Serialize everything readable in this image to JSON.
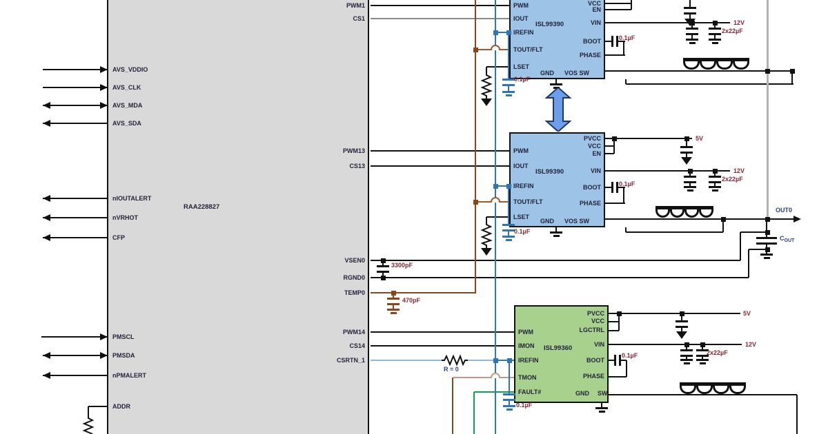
{
  "controller": {
    "part": "RAA228827",
    "left_pins": [
      "AVS_VDDIO",
      "AVS_CLK",
      "AVS_MDA",
      "AVS_SDA",
      "nIOUTALERT",
      "nVRHOT",
      "CFP",
      "PMSCL",
      "PMSDA",
      "nPMALERT",
      "ADDR"
    ],
    "right_pins": [
      "PWM1",
      "CS1",
      "PWM13",
      "CS13",
      "VSEN0",
      "RGND0",
      "TEMP0",
      "PWM14",
      "CS14",
      "CSRTN_1"
    ]
  },
  "stage1": {
    "part": "ISL99390",
    "left_pins": [
      "PWM",
      "IOUT",
      "IREFIN",
      "TOUT/FLT",
      "LSET"
    ],
    "right_pins": [
      "VCC",
      "EN",
      "VIN",
      "BOOT",
      "PHASE"
    ],
    "bottom_pins": [
      "GND",
      "VOS SW"
    ],
    "boot_cap": "0.1µF",
    "irefin_cap": "0.1µF",
    "vin_rail": "12V",
    "vin_caps": "2x22µF"
  },
  "stage2": {
    "part": "ISL99390",
    "left_pins": [
      "PWM",
      "IOUT",
      "IREFIN",
      "TOUT/FLT",
      "LSET"
    ],
    "right_pins": [
      "PVCC",
      "VCC",
      "EN",
      "VIN",
      "BOOT",
      "PHASE"
    ],
    "bottom_pins": [
      "GND",
      "VOS SW"
    ],
    "pvcc_rail": "5V",
    "boot_cap": "0.1µF",
    "irefin_cap": "0.1µF",
    "vin_rail": "12V",
    "vin_caps": "2x22µF",
    "out_label": "OUT0",
    "cout_main": "C",
    "cout_sub": "OUT"
  },
  "stage3": {
    "part": "ISL99360",
    "left_pins": [
      "PWM",
      "IMON",
      "IREFIN",
      "TMON",
      "FAULT#"
    ],
    "right_pins": [
      "PVCC",
      "VCC",
      "LGCTRL",
      "VIN",
      "BOOT",
      "PHASE"
    ],
    "bottom_pins": [
      "GND",
      "SW"
    ],
    "pvcc_rail": "5V",
    "boot_cap": "0.1µF",
    "irefin_cap": "0.1µF",
    "vin_rail": "12V",
    "vin_caps": "2x22µF",
    "irefin_res": "R = 0"
  },
  "sense": {
    "vsen_cap": "3300pF",
    "temp_cap": "470pF"
  },
  "colors": {
    "stage_blue": "#9dc3e6",
    "stage_green": "#a9d18e",
    "controller_gray": "#d9d9d9",
    "wire_blue": "#2e75b6",
    "wire_brown": "#8a451a",
    "wire_green": "#0aa04e",
    "value_text": "#8b2635",
    "net_text": "#2b3f87"
  }
}
